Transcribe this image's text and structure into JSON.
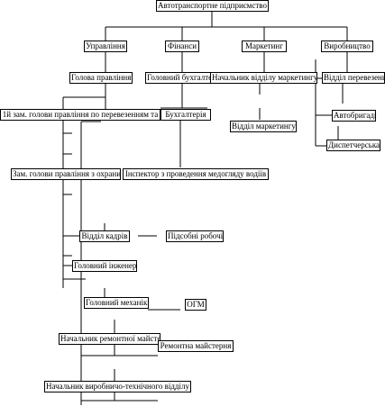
{
  "org_chart": {
    "root": "Автотранспортне підприємство",
    "level1": {
      "management": "Управління",
      "finance": "Фінанси",
      "marketing": "Маркетинг",
      "production": "Виробництво"
    },
    "management_branch": {
      "board_head": "Голова правління",
      "deputy_transport": "1й зам. голови правління по перевезенням та",
      "deputy_safety": "Зам. голови правління з охрани",
      "hr_department": "Відділ кадрів",
      "auxiliary_workers": "Підсобні робочі",
      "chief_engineer": "Головний інженер",
      "chief_mechanic": "Головний механік",
      "ogm": "ОГМ",
      "repair_head": "Начальник ремонтної майстерні",
      "repair_shop": "Ремонтна майстерня",
      "production_tech_head": "Начальник виробничо-технічного відділу"
    },
    "finance_branch": {
      "chief_accountant": "Головний бухгалтер",
      "accounting": "Бухгалтерія",
      "medical_inspector": "Інспектор з проведення медогляду водіїв"
    },
    "marketing_branch": {
      "marketing_head": "Начальник відділу маркетингу",
      "marketing_department": "Відділ маркетингу"
    },
    "production_branch": {
      "transport_department": "Відділ перевезень",
      "auto_brigades": "Автобригади",
      "dispatch": "Диспетчерська"
    }
  }
}
